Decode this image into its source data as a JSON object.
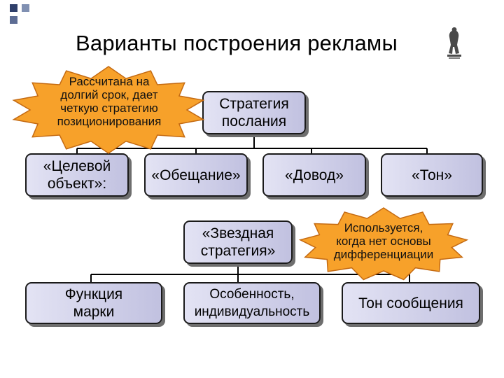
{
  "title": "Варианты построения  рекламы",
  "colors": {
    "square_dark": "#2f3f6a",
    "square_light": "#8090b2",
    "box_fill_left": "#e3e3f4",
    "box_fill_right": "#c1c1e0",
    "burst_fill": "#f7a12a",
    "burst_stroke": "#c46a12",
    "line": "#000000"
  },
  "root_box": "Стратегия\nпослания",
  "level1": [
    "«Целевой\nобъект»:",
    "«Обещание»",
    "«Довод»",
    "«Тон»"
  ],
  "star_box": "«Звездная\nстратегия»",
  "level3": [
    "Функция\nмарки",
    "Особенность,\nиндивидуальность",
    "Тон сообщения"
  ],
  "callouts": {
    "long_term": "Рассчитана на\nдолгий срок, дает\nчеткую стратегию\nпозиционирования",
    "no_basis": "Используется,\nкогда нет основы\nдифференциации"
  },
  "logo_icon": "emblem-icon"
}
